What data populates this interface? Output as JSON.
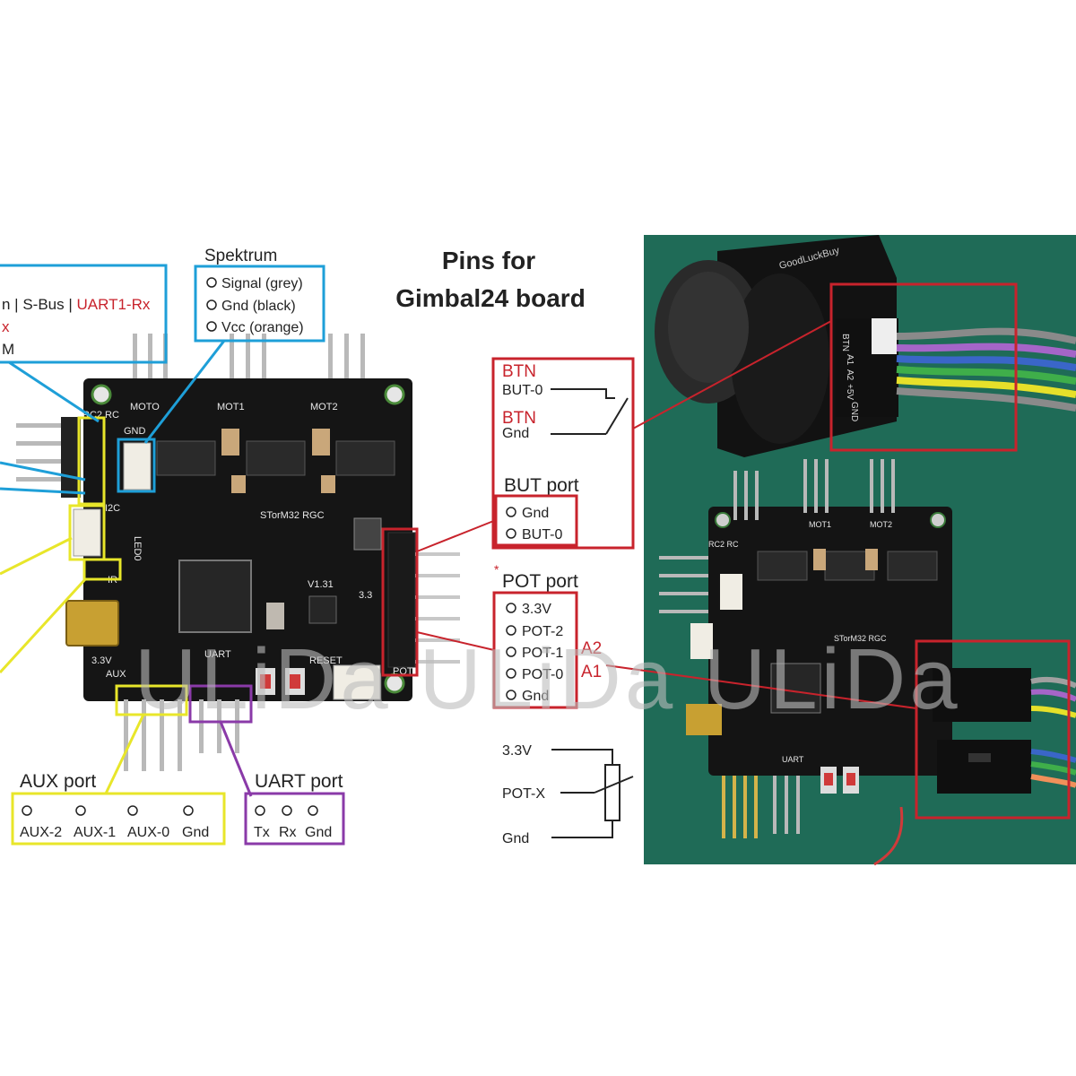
{
  "title_line1": "Pins for",
  "title_line2": "Gimbal24 board",
  "watermark": "ULiDa  ULiDa  ULiDa",
  "rc_box": {
    "line1_prefix": "n | S-Bus | ",
    "line1_accent": "UART1-Rx",
    "line2": "x",
    "line3": "M"
  },
  "spektrum": {
    "title": "Spektrum",
    "items": [
      "Signal (grey)",
      "Gnd (black)",
      "Vcc (orange)"
    ]
  },
  "board_labels": {
    "moto": "MOTO",
    "mot1": "MOT1",
    "mot2": "MOT2",
    "rc2_rc": "RC2 RC",
    "gnd": "GND",
    "i2c": "I2C",
    "led0": "LED0",
    "ir": "IR",
    "storm": "STorM32 RGC",
    "version": "V1.31",
    "v33": "3.3V",
    "aux": "AUX",
    "uart": "UART",
    "reset": "RESET",
    "v33b": "3.3",
    "pot": "POT"
  },
  "btn_box": {
    "btn1": "BTN",
    "but0": "BUT-0",
    "btn2": "BTN",
    "gnd": "Gnd",
    "port_title": "BUT port",
    "port_items": [
      "Gnd",
      "BUT-0"
    ]
  },
  "pot_box": {
    "title": "POT port",
    "items": [
      "3.3V",
      "POT-2",
      "POT-1",
      "POT-0",
      "Gnd"
    ],
    "alias_a2": "A2",
    "alias_a1": "A1"
  },
  "pot_schematic": {
    "v33": "3.3V",
    "potx": "POT-X",
    "gnd": "Gnd"
  },
  "aux_port": {
    "title": "AUX port",
    "items": [
      "AUX-2",
      "AUX-1",
      "AUX-0",
      "Gnd"
    ]
  },
  "uart_port": {
    "title": "UART port",
    "items": [
      "Tx",
      "Rx",
      "Gnd"
    ]
  },
  "photo_labels": {
    "joy_brand": "GoodLuckBuy",
    "btn": "BTN",
    "a1": "A1",
    "a2": "A2",
    "v5": "+5V",
    "gnd": "GND",
    "mot1": "MOT1",
    "mot2": "MOT2",
    "rc2": "RC2 RC",
    "storm": "STorM32 RGC",
    "uart": "UART"
  },
  "colors": {
    "accent_red": "#c8232c",
    "box_blue": "#1e9fd8",
    "box_yellow": "#e8e62a",
    "box_purple": "#8a3aa8",
    "box_red": "#c8232c",
    "pcb": "#151515",
    "photo_bg": "#1f6b57"
  }
}
